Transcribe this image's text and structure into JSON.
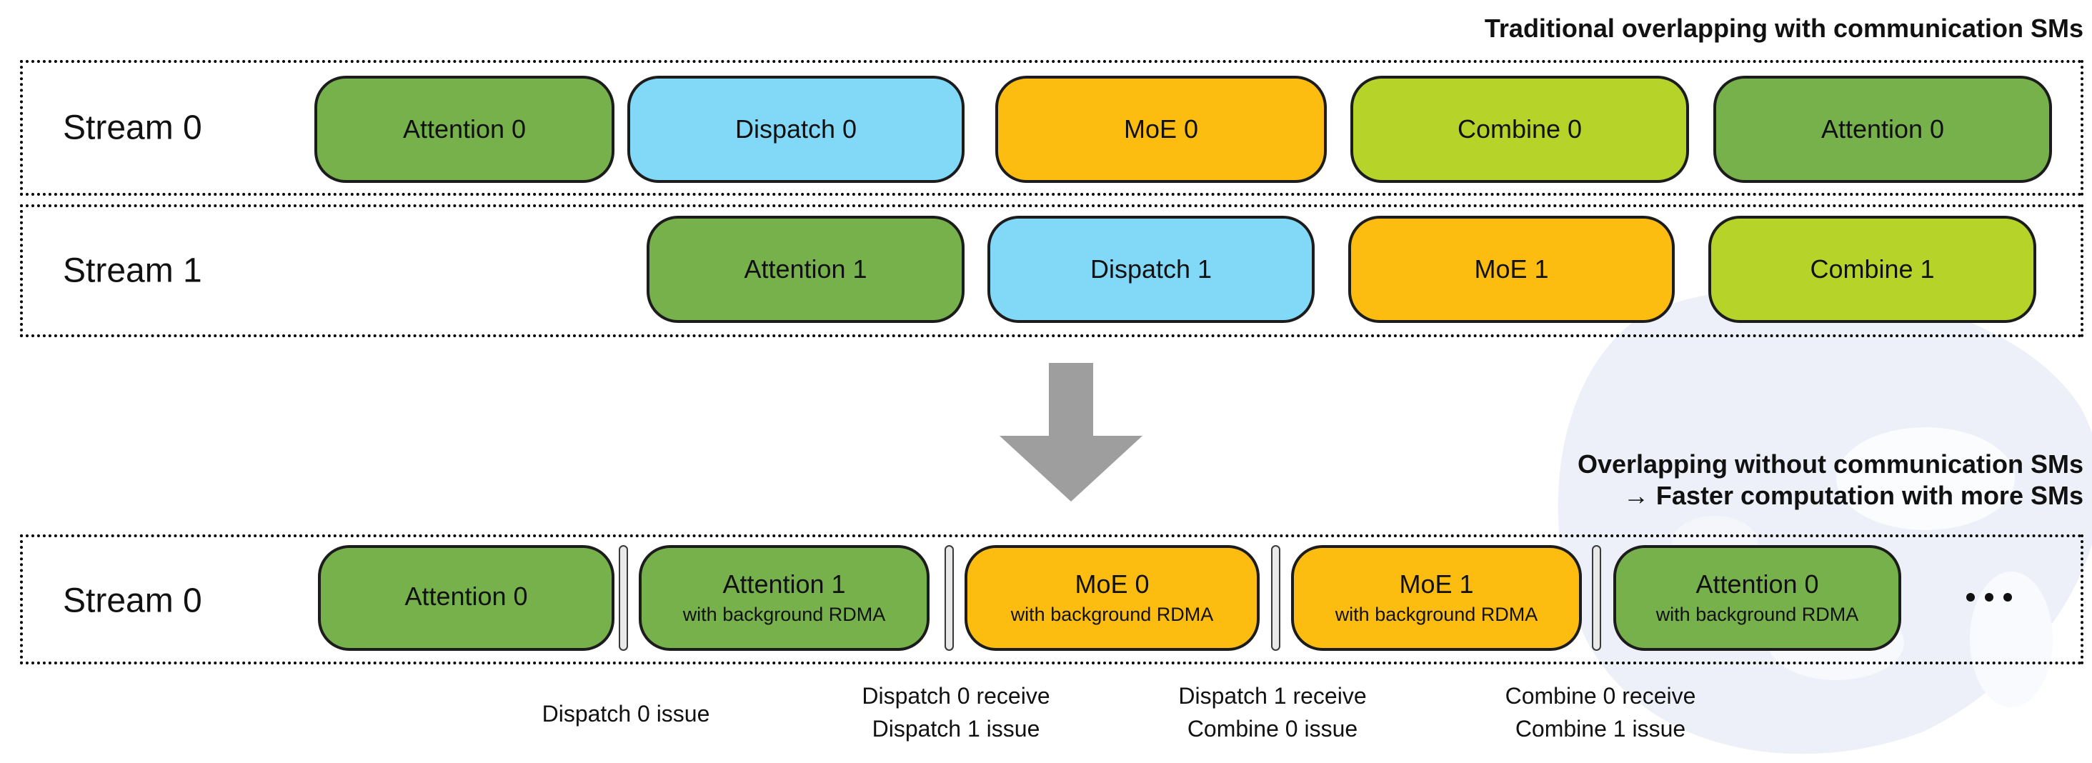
{
  "titles": {
    "top": "Traditional overlapping with communication SMs",
    "bottom_line1": "Overlapping without communication SMs",
    "bottom_line2": "→ Faster computation with more SMs"
  },
  "colors": {
    "attention_green": "#76b14c",
    "dispatch_blue": "#82d9f7",
    "moe_yellow": "#fcbd10",
    "combine_lime": "#b6d32a",
    "arrow_gray": "#9e9e9e",
    "separator_gray": "#e9e9e9",
    "watermark_tint": "#edf0f8"
  },
  "stream_rows": {
    "row0": {
      "label": "Stream 0",
      "blocks": [
        {
          "label": "Attention 0",
          "type": "attention"
        },
        {
          "label": "Dispatch 0",
          "type": "dispatch"
        },
        {
          "label": "MoE 0",
          "type": "moe"
        },
        {
          "label": "Combine 0",
          "type": "combine"
        },
        {
          "label": "Attention 0",
          "type": "attention"
        }
      ]
    },
    "row1": {
      "label": "Stream 1",
      "blocks": [
        {
          "label": "Attention 1",
          "type": "attention"
        },
        {
          "label": "Dispatch 1",
          "type": "dispatch"
        },
        {
          "label": "MoE 1",
          "type": "moe"
        },
        {
          "label": "Combine 1",
          "type": "combine"
        }
      ]
    },
    "row2": {
      "label": "Stream 0",
      "blocks": [
        {
          "label": "Attention 0",
          "sublabel": "",
          "type": "attention"
        },
        {
          "label": "Attention 1",
          "sublabel": "with background RDMA",
          "type": "attention"
        },
        {
          "label": "MoE 0",
          "sublabel": "with background RDMA",
          "type": "moe"
        },
        {
          "label": "MoE 1",
          "sublabel": "with background RDMA",
          "type": "moe"
        },
        {
          "label": "Attention 0",
          "sublabel": "with background RDMA",
          "type": "attention"
        }
      ],
      "ellipsis": "..."
    }
  },
  "annotations": [
    {
      "line1": "Dispatch 0 issue",
      "line2": ""
    },
    {
      "line1": "Dispatch 0 receive",
      "line2": "Dispatch 1 issue"
    },
    {
      "line1": "Dispatch 1 receive",
      "line2": "Combine 0 issue"
    },
    {
      "line1": "Combine 0 receive",
      "line2": "Combine 1 issue"
    }
  ]
}
